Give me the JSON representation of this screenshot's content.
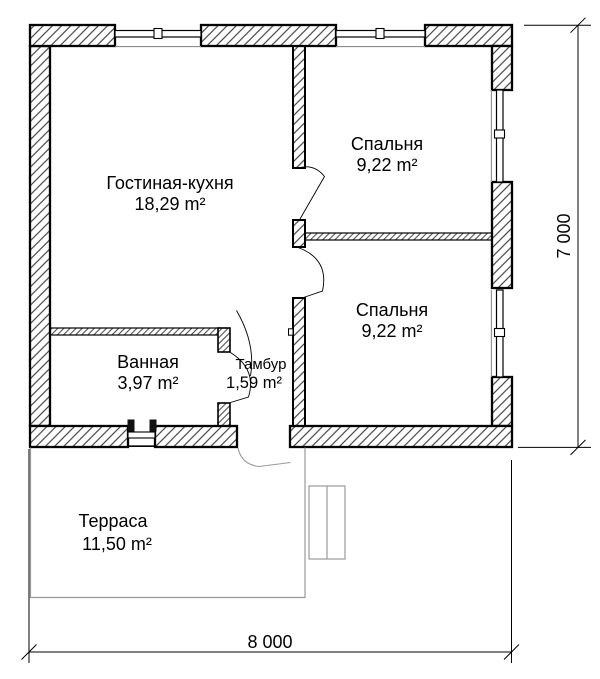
{
  "floor_plan": {
    "rooms": [
      {
        "id": "living-kitchen",
        "name": "Гостиная-кухня",
        "area": "18,29 m²"
      },
      {
        "id": "bedroom-1",
        "name": "Спальня",
        "area": "9,22 m²"
      },
      {
        "id": "bedroom-2",
        "name": "Спальня",
        "area": "9,22 m²"
      },
      {
        "id": "bathroom",
        "name": "Ванная",
        "area": "3,97 m²"
      },
      {
        "id": "vestibule",
        "name": "Тамбур",
        "area": "1,59 m²"
      },
      {
        "id": "terrace",
        "name": "Терраса",
        "area": "11,50 m²"
      }
    ],
    "dimensions": {
      "width": "8 000",
      "height": "7 000"
    },
    "colors": {
      "walls": "#000000",
      "hatch": "#222222",
      "terrace_outline": "#9a9a9a",
      "window_sill_line": "#8c8c8c",
      "background": "#ffffff"
    }
  }
}
